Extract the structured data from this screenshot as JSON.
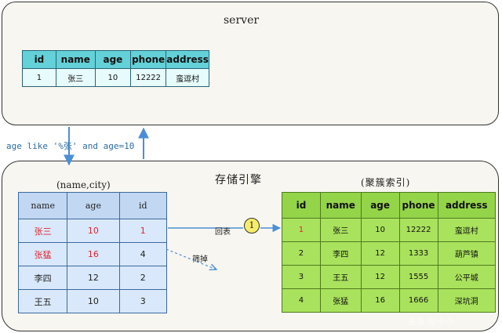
{
  "server": {
    "title": "server",
    "table": {
      "headers": [
        "id",
        "name",
        "age",
        "phone",
        "address"
      ],
      "rows": [
        [
          "1",
          "张三",
          "10",
          "12222",
          "蛮逗村"
        ]
      ]
    }
  },
  "query": "age like '%张' and age=10",
  "engine": {
    "title": "存储引擎",
    "secondary_index": {
      "caption": "(name,city)",
      "headers": [
        "name",
        "age",
        "id"
      ],
      "rows": [
        [
          "张三",
          "10",
          "1"
        ],
        [
          "张猛",
          "16",
          "4"
        ],
        [
          "李四",
          "12",
          "2"
        ],
        [
          "王五",
          "10",
          "3"
        ]
      ]
    },
    "clustered_index": {
      "caption": "(聚簇索引)",
      "headers": [
        "id",
        "name",
        "age",
        "phone",
        "address"
      ],
      "rows": [
        [
          "1",
          "张三",
          "10",
          "12222",
          "蛮逗村"
        ],
        [
          "2",
          "李四",
          "12",
          "1333",
          "葫芦镇"
        ],
        [
          "3",
          "王五",
          "12",
          "1555",
          "公平城"
        ],
        [
          "4",
          "张猛",
          "16",
          "1666",
          "深坑洞"
        ]
      ]
    },
    "lookup_label": "回表",
    "step_number": "1",
    "filter_label": "筛掉"
  },
  "watermark": "头条 @小小"
}
